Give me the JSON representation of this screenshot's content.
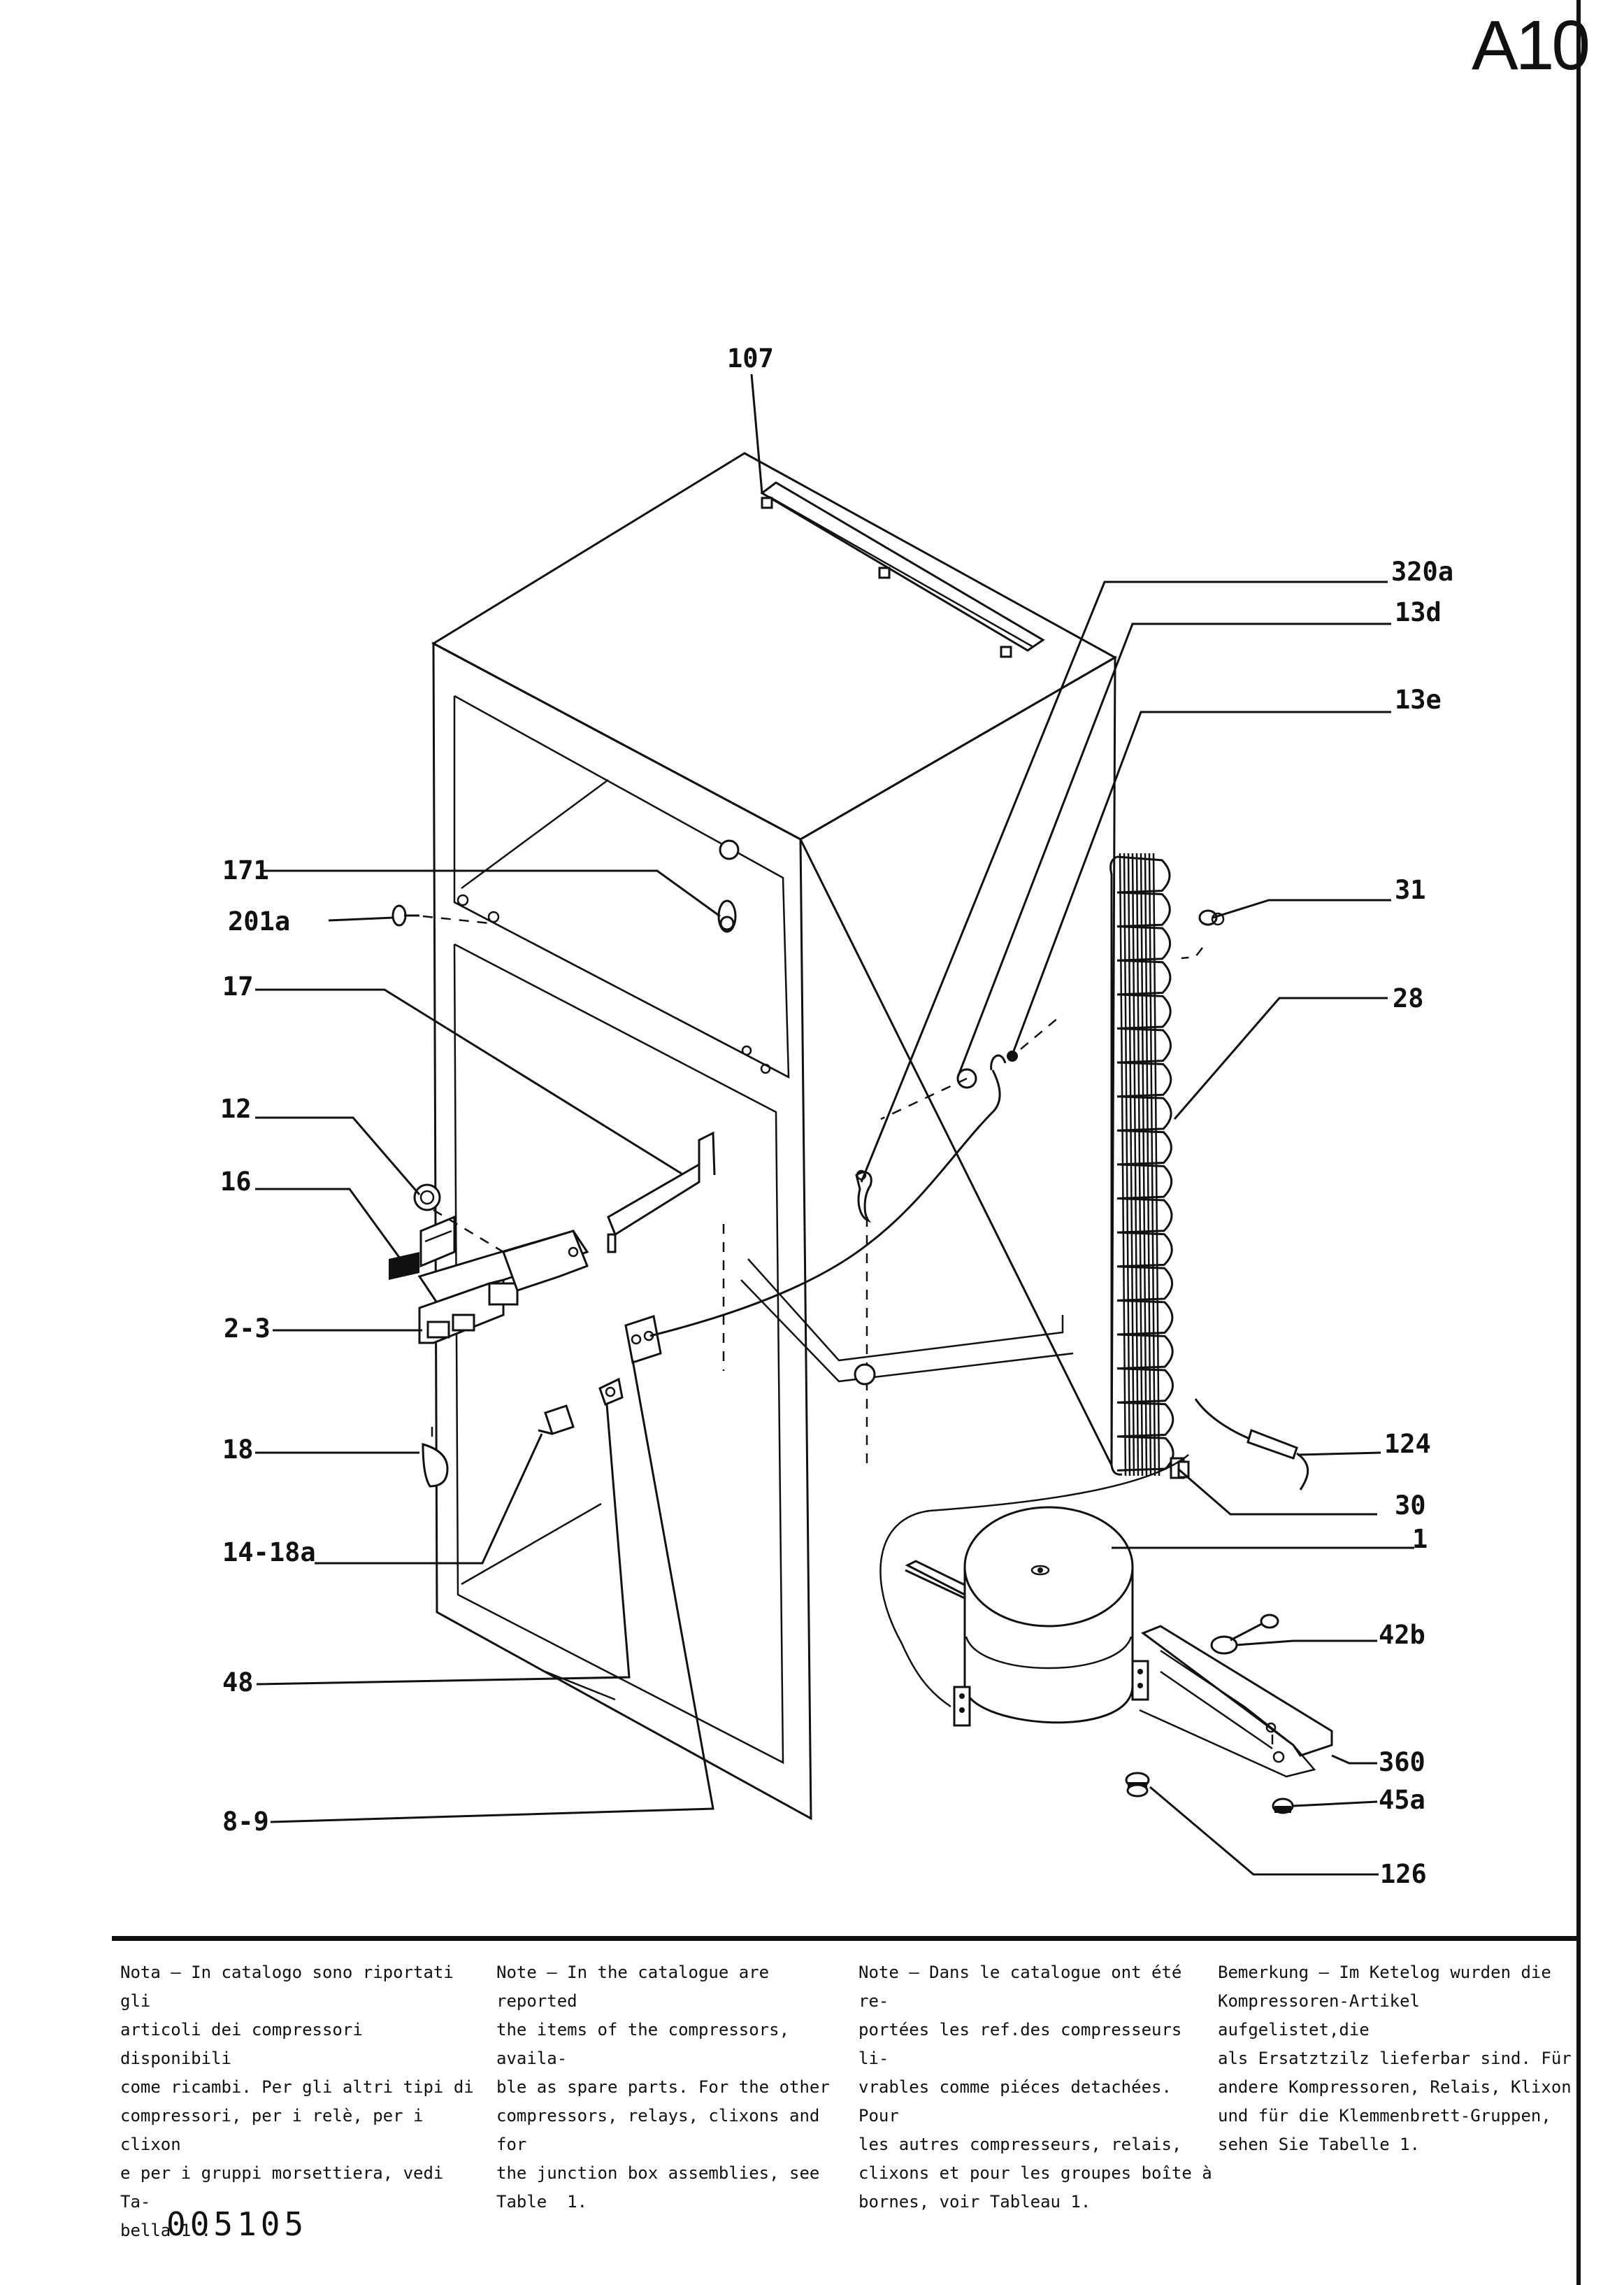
{
  "page_id": "A10",
  "callouts": {
    "c107": "107",
    "c320a": "320a",
    "c13d": "13d",
    "c13e": "13e",
    "c171": "171",
    "c201a": "201a",
    "c31": "31",
    "c17": "17",
    "c28": "28",
    "c12": "12",
    "c16": "16",
    "c2_3": "2-3",
    "c18": "18",
    "c124": "124",
    "c30": "30",
    "c14_18a": "14-18a",
    "c1": "1",
    "c42b": "42b",
    "c48": "48",
    "c360": "360",
    "c45a": "45a",
    "c8_9": "8-9",
    "c126": "126"
  },
  "notes": {
    "it": "Nota – In catalogo sono riportati gli\narticoli dei compressori disponibili\ncome ricambi. Per gli altri tipi di\ncompressori, per i relè, per i clixon\ne per i gruppi morsettiera, vedi Ta-\nbella 1 .",
    "en": "Note – In the catalogue are reported\nthe items of the compressors, availa-\nble as spare parts. For the other\ncompressors, relays, clixons and for\nthe junction box assemblies, see\nTable  1.",
    "fr": "Note – Dans le catalogue ont été re-\nportées les ref.des compresseurs li-\nvrables comme piéces detachées. Pour\nles autres compresseurs, relais,\nclixons et pour les groupes boîte à\nbornes, voir Tableau 1.",
    "de": "Bemerkung – Im Ketelog wurden die\nKompressoren-Artikel aufgelistet,die\nals Ersatztzilz lieferbar sind. Für\nandere Kompressoren, Relais, Klixon\nund für die Klemmenbrett-Gruppen,\nsehen Sie Tabelle 1."
  },
  "doc_code": "005105"
}
